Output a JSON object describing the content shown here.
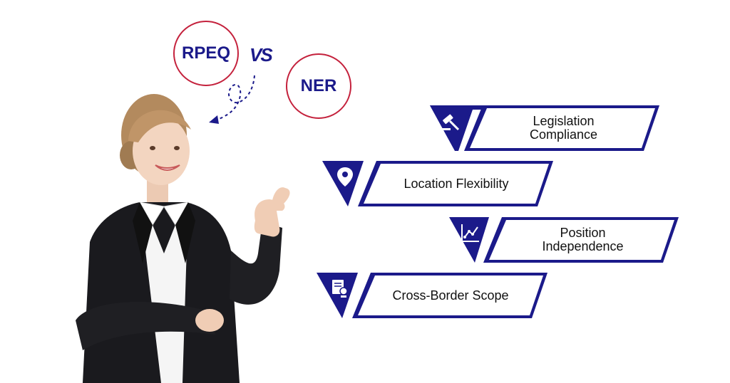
{
  "comparison": {
    "left": "RPEQ",
    "versus": "VS",
    "right": "NER"
  },
  "colors": {
    "navy": "#1b1a8a",
    "red": "#c4213c"
  },
  "features": [
    {
      "label": "Legislation\nCompliance",
      "icon": "gavel-icon"
    },
    {
      "label": "Location Flexibility",
      "icon": "location-pin-icon"
    },
    {
      "label": "Position\nIndependence",
      "icon": "chart-trend-icon"
    },
    {
      "label": "Cross-Border Scope",
      "icon": "document-stamp-icon"
    }
  ]
}
